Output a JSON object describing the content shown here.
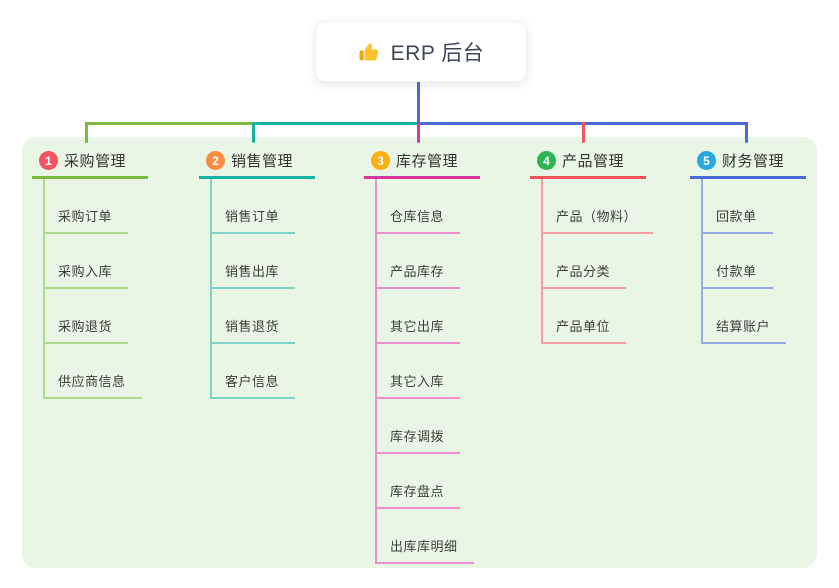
{
  "root": {
    "title": "ERP 后台",
    "icon": "thumbs-up-icon",
    "card_bg": "#ffffff",
    "title_color": "#3d4657",
    "stem_color": "#4a6bd5"
  },
  "panel": {
    "bg_color": "#eaf6e5"
  },
  "branches": [
    {
      "num": "1",
      "label": "采购管理",
      "badge_color": "#f4535f",
      "line_color": "#7cb93e",
      "item_line_color": "#b2d98a",
      "items": [
        "采购订单",
        "采购入库",
        "采购退货",
        "供应商信息"
      ]
    },
    {
      "num": "2",
      "label": "销售管理",
      "badge_color": "#fb8c41",
      "line_color": "#18b2a2",
      "item_line_color": "#7fd3c6",
      "items": [
        "销售订单",
        "销售出库",
        "销售退货",
        "客户信息"
      ]
    },
    {
      "num": "3",
      "label": "库存管理",
      "badge_color": "#fbb00f",
      "line_color": "#d5369e",
      "item_line_color": "#ee8fcb",
      "items": [
        "仓库信息",
        "产品库存",
        "其它出库",
        "其它入库",
        "库存调拨",
        "库存盘点",
        "出库库明细"
      ]
    },
    {
      "num": "4",
      "label": "产品管理",
      "badge_color": "#2eb553",
      "line_color": "#f4535f",
      "item_line_color": "#f99ba3",
      "items": [
        "产品（物料）",
        "产品分类",
        "产品单位"
      ]
    },
    {
      "num": "5",
      "label": "财务管理",
      "badge_color": "#28a7e0",
      "line_color": "#4a6bd5",
      "item_line_color": "#95aae2",
      "items": [
        "回款单",
        "付款单",
        "结算账户"
      ]
    }
  ]
}
